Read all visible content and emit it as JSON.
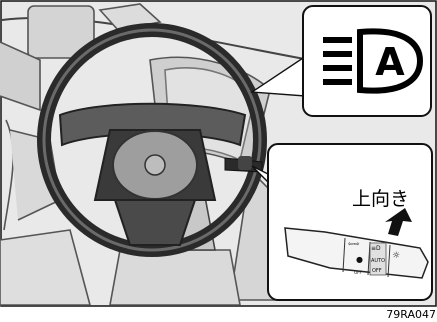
{
  "figure": {
    "code": "79RA047",
    "callout_lever": {
      "direction_label": "上向き",
      "switch_labels": {
        "lamp_symbol": "⇦⇨",
        "fog_off": "OFF",
        "auto": "AUTO",
        "on": "●",
        "beam": "≡D",
        "sun": "☼",
        "off": "OFF"
      }
    },
    "callout_indicator": {
      "icon_letter": "A"
    }
  }
}
